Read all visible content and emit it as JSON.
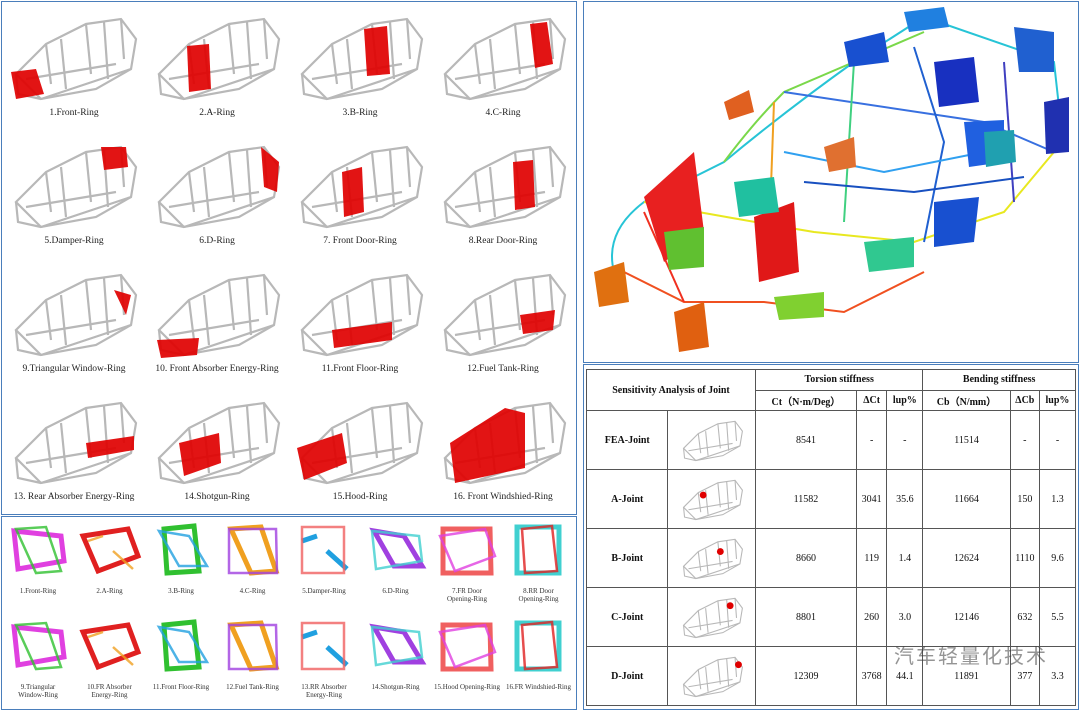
{
  "rings": [
    {
      "label": "1.Front-Ring",
      "hl": "front"
    },
    {
      "label": "2.A-Ring",
      "hl": "a"
    },
    {
      "label": "3.B-Ring",
      "hl": "b"
    },
    {
      "label": "4.C-Ring",
      "hl": "c"
    },
    {
      "label": "5.Damper-Ring",
      "hl": "damper"
    },
    {
      "label": "6.D-Ring",
      "hl": "d"
    },
    {
      "label": "7. Front Door-Ring",
      "hl": "fdoor"
    },
    {
      "label": "8.Rear Door-Ring",
      "hl": "rdoor"
    },
    {
      "label": "9.Triangular Window-Ring",
      "hl": "tri"
    },
    {
      "label": "10. Front Absorber Energy-Ring",
      "hl": "fabs"
    },
    {
      "label": "11.Front Floor-Ring",
      "hl": "ffloor"
    },
    {
      "label": "12.Fuel Tank-Ring",
      "hl": "fuel"
    },
    {
      "label": "13. Rear Absorber Energy-Ring",
      "hl": "rabs"
    },
    {
      "label": "14.Shotgun-Ring",
      "hl": "shot"
    },
    {
      "label": "15.Hood-Ring",
      "hl": "hood"
    },
    {
      "label": "16. Front Windshied-Ring",
      "hl": "wind"
    }
  ],
  "subrings": [
    {
      "line1": "1.Front-Ring",
      "line2": ""
    },
    {
      "line1": "2.A-Ring",
      "line2": ""
    },
    {
      "line1": "3.B-Ring",
      "line2": ""
    },
    {
      "line1": "4.C-Ring",
      "line2": ""
    },
    {
      "line1": "5.Damper-Ring",
      "line2": ""
    },
    {
      "line1": "6.D-Ring",
      "line2": ""
    },
    {
      "line1": "7.FR Door",
      "line2": "Opening-Ring"
    },
    {
      "line1": "8.RR Door",
      "line2": "Opening-Ring"
    },
    {
      "line1": "9.Triangular",
      "line2": "Window-Ring"
    },
    {
      "line1": "10.FR Absorber",
      "line2": "Energy-Ring"
    },
    {
      "line1": "11.Front Floor-Ring",
      "line2": ""
    },
    {
      "line1": "12.Fuel Tank-Ring",
      "line2": ""
    },
    {
      "line1": "13.RR Absorber",
      "line2": "Energy-Ring"
    },
    {
      "line1": "14.Shotgun-Ring",
      "line2": ""
    },
    {
      "line1": "15.Hood Opening-Ring",
      "line2": ""
    },
    {
      "line1": "16.FR Windshied-Ring",
      "line2": ""
    }
  ],
  "table": {
    "title": "Sensitivity Analysis of Joint",
    "torsion_header": "Torsion stiffness",
    "bending_header": "Bending stiffness",
    "col_ct": "Ct（N·m/Deg）",
    "col_dct": "ΔCt",
    "col_lup1": "lup%",
    "col_cb": "Cb（N/mm）",
    "col_dcb": "ΔCb",
    "col_lup2": "lup%",
    "rows": [
      {
        "joint": "FEA-Joint",
        "ct": "8541",
        "dct": "-",
        "lup1": "-",
        "cb": "11514",
        "dcb": "-",
        "lup2": "-"
      },
      {
        "joint": "A-Joint",
        "ct": "11582",
        "dct": "3041",
        "lup1": "35.6",
        "cb": "11664",
        "dcb": "150",
        "lup2": "1.3"
      },
      {
        "joint": "B-Joint",
        "ct": "8660",
        "dct": "119",
        "lup1": "1.4",
        "cb": "12624",
        "dcb": "1110",
        "lup2": "9.6"
      },
      {
        "joint": "C-Joint",
        "ct": "8801",
        "dct": "260",
        "lup1": "3.0",
        "cb": "12146",
        "dcb": "632",
        "lup2": "5.5"
      },
      {
        "joint": "D-Joint",
        "ct": "12309",
        "dct": "3768",
        "lup1": "44.1",
        "cb": "11891",
        "dcb": "377",
        "lup2": "3.3"
      }
    ]
  },
  "watermark": "汽车轻量化技术",
  "colors": {
    "highlight": "#e00000",
    "frame": "#b8b8b8",
    "border": "#4a7ebb"
  }
}
